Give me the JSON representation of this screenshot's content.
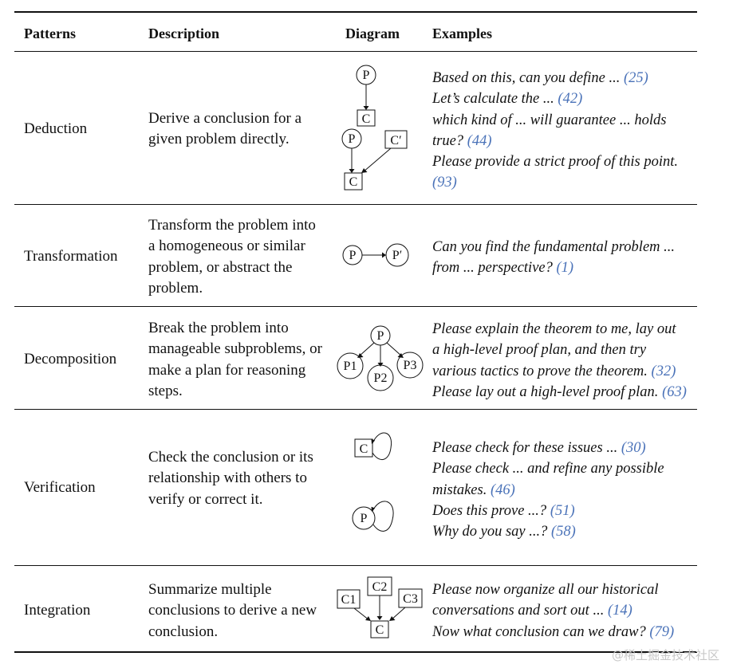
{
  "table": {
    "headers": {
      "patterns": "Patterns",
      "description": "Description",
      "diagram": "Diagram",
      "examples": "Examples"
    },
    "rows": [
      {
        "pattern": "Deduction",
        "description": "Derive a conclusion for a given problem directly.",
        "diagram_labels": {
          "p1": "P",
          "c1": "C",
          "p2": "P",
          "cp": "C′",
          "c2": "C"
        },
        "examples": [
          {
            "text": "Based on this, can you define ... ",
            "ref": "(25)"
          },
          {
            "text": "Let’s calculate the ... ",
            "ref": "(42)"
          },
          {
            "text": "which kind of ... will guarantee ... holds",
            "ref": ""
          },
          {
            "text": "true? ",
            "ref": "(44)"
          },
          {
            "text": "Please provide a strict proof of this point.",
            "ref": ""
          },
          {
            "text": "",
            "ref": "(93)"
          }
        ]
      },
      {
        "pattern": "Transformation",
        "description": "Transform the problem into a homogeneous or similar problem, or abstract the problem.",
        "diagram_labels": {
          "p": "P",
          "pp": "P′"
        },
        "examples": [
          {
            "text": "Can you find the fundamental problem ...",
            "ref": ""
          },
          {
            "text": "from ... perspective? ",
            "ref": "(1)"
          }
        ]
      },
      {
        "pattern": "Decomposition",
        "description": "Break the problem into manageable subproblems, or make a plan for reasoning steps.",
        "diagram_labels": {
          "p": "P",
          "p1": "P1",
          "p2": "P2",
          "p3": "P3"
        },
        "examples": [
          {
            "text": "Please explain the theorem to me, lay out",
            "ref": ""
          },
          {
            "text": "a high-level proof plan, and then try",
            "ref": ""
          },
          {
            "text": "various tactics to prove the theorem. ",
            "ref": "(32)"
          },
          {
            "text": "Please lay out a high-level proof plan. ",
            "ref": "(63)"
          }
        ]
      },
      {
        "pattern": "Verification",
        "description": "Check the conclusion or its relationship with others to verify or correct it.",
        "diagram_labels": {
          "c": "C",
          "p": "P"
        },
        "examples": [
          {
            "text": "Please check for these issues ... ",
            "ref": "(30)"
          },
          {
            "text": "Please check ... and refine any possible",
            "ref": ""
          },
          {
            "text": "mistakes. ",
            "ref": "(46)"
          },
          {
            "text": "Does this prove ...? ",
            "ref": "(51)"
          },
          {
            "text": "Why do you say ...? ",
            "ref": "(58)"
          }
        ]
      },
      {
        "pattern": "Integration",
        "description": "Summarize multiple conclusions to derive a new conclusion.",
        "diagram_labels": {
          "c1": "C1",
          "c2": "C2",
          "c3": "C3",
          "c": "C"
        },
        "examples": [
          {
            "text": "Please now organize all our historical",
            "ref": ""
          },
          {
            "text": "conversations and sort out ... ",
            "ref": "(14)"
          },
          {
            "text": "Now what conclusion can we draw? ",
            "ref": "(79)"
          }
        ]
      }
    ]
  },
  "watermark": "@稀土掘金技术社区"
}
